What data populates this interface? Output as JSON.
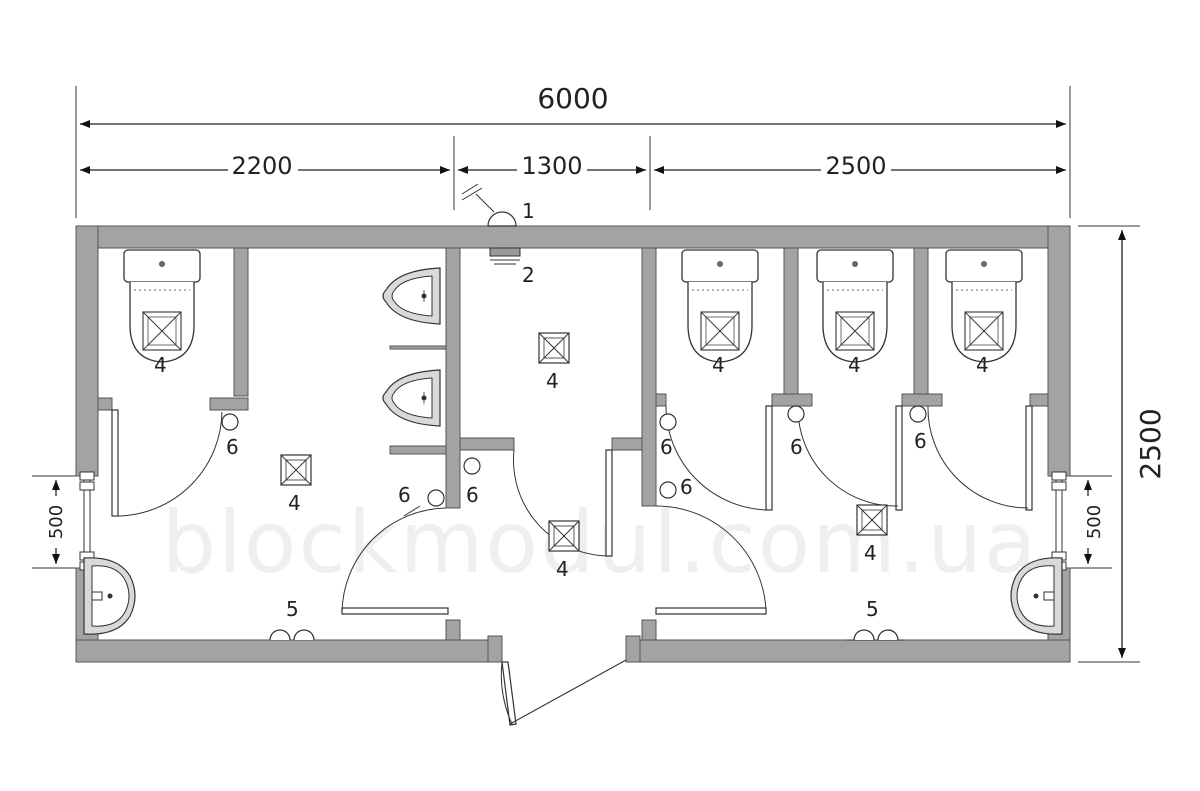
{
  "dimensions": {
    "total_width": "6000",
    "section_left": "2200",
    "section_middle": "1300",
    "section_right": "2500",
    "height": "2500",
    "window_left": "500",
    "window_right": "500"
  },
  "labels": {
    "light_outdoor": "1",
    "light_indoor": "2",
    "drain": "4",
    "socket": "5",
    "switch": "6"
  },
  "watermark": "blockmodul.com.ua"
}
